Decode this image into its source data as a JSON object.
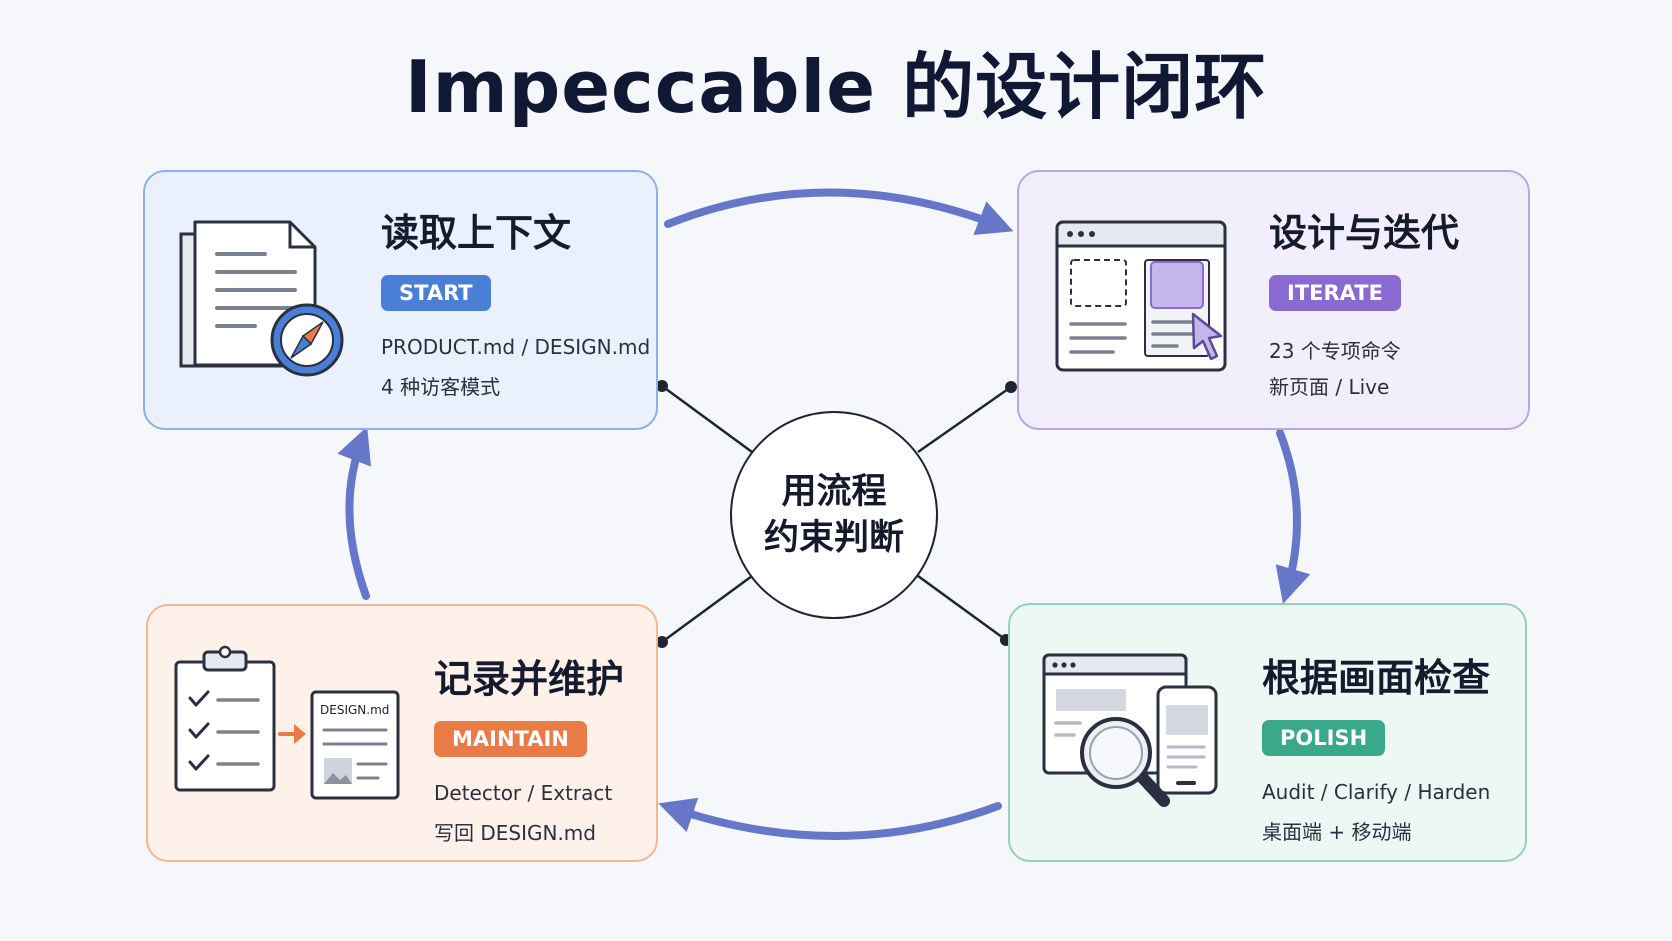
{
  "title": "Impeccable 的设计闭环",
  "center": {
    "line1": "用流程",
    "line2": "约束判断"
  },
  "cards": {
    "read": {
      "title": "读取上下文",
      "badge": "START",
      "line1": "PRODUCT.md / DESIGN.md",
      "line2": "4 种访客模式",
      "color": "#4a7fd6",
      "icon": "document-compass-icon"
    },
    "iterate": {
      "title": "设计与迭代",
      "badge": "ITERATE",
      "line1": "23 个专项命令",
      "line2": "新页面 / Live",
      "color": "#8a6ad0",
      "icon": "browser-cursor-icon"
    },
    "maintain": {
      "title": "记录并维护",
      "badge": "MAINTAIN",
      "line1": "Detector / Extract",
      "line2": "写回 DESIGN.md",
      "icon_label": "DESIGN.md",
      "color": "#e87b46",
      "icon": "checklist-to-doc-icon"
    },
    "polish": {
      "title": "根据画面检查",
      "badge": "POLISH",
      "line1": "Audit / Clarify / Harden",
      "line2": "桌面端 + 移动端",
      "color": "#3aa88a",
      "icon": "magnifier-devices-icon"
    }
  },
  "arrow_color": "#6676c8"
}
